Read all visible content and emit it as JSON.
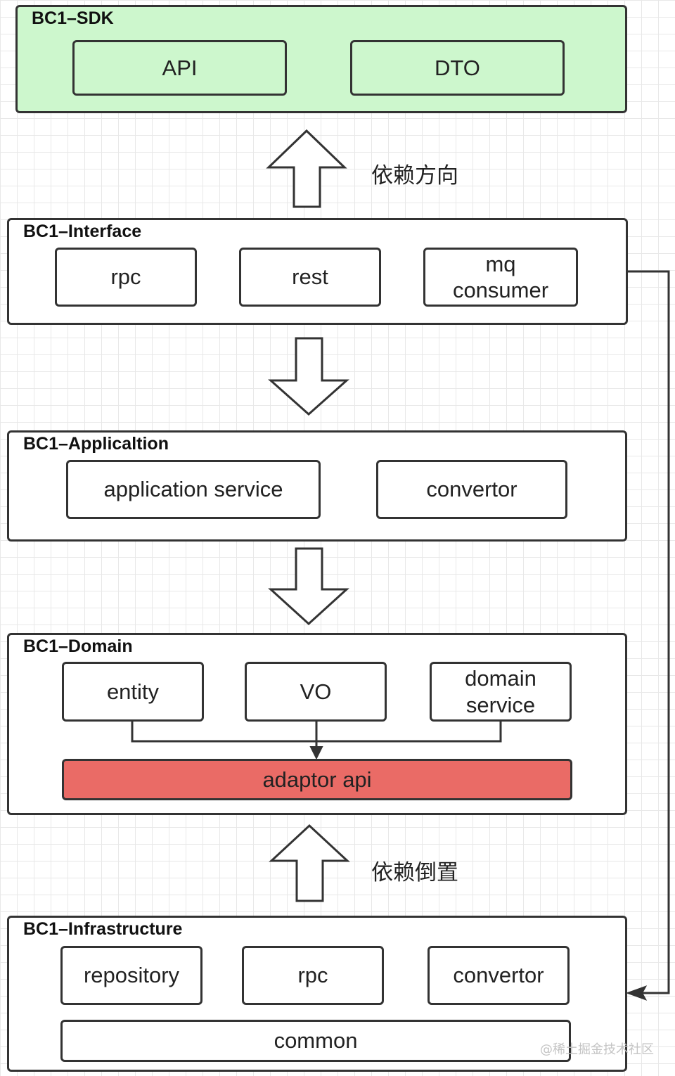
{
  "layers": {
    "sdk": {
      "title": "BC1–SDK",
      "items": [
        "API",
        "DTO"
      ]
    },
    "interface": {
      "title": "BC1–Interface",
      "items": [
        "rpc",
        "rest",
        "mq\nconsumer"
      ]
    },
    "application": {
      "title": "BC1–Applicaltion",
      "items": [
        "application service",
        "convertor"
      ]
    },
    "domain": {
      "title": "BC1–Domain",
      "items": [
        "entity",
        "VO",
        "domain\nservice"
      ],
      "adaptor": "adaptor api"
    },
    "infrastructure": {
      "title": "BC1–Infrastructure",
      "items": [
        "repository",
        "rpc",
        "convertor"
      ],
      "common": "common"
    }
  },
  "captions": {
    "dependency_direction": "依赖方向",
    "dependency_inversion": "依赖倒置"
  },
  "watermark": "@稀土掘金技术社区",
  "colors": {
    "sdk_fill": "#cdf7cd",
    "adaptor_fill": "#ea6b66",
    "border": "#333333"
  }
}
